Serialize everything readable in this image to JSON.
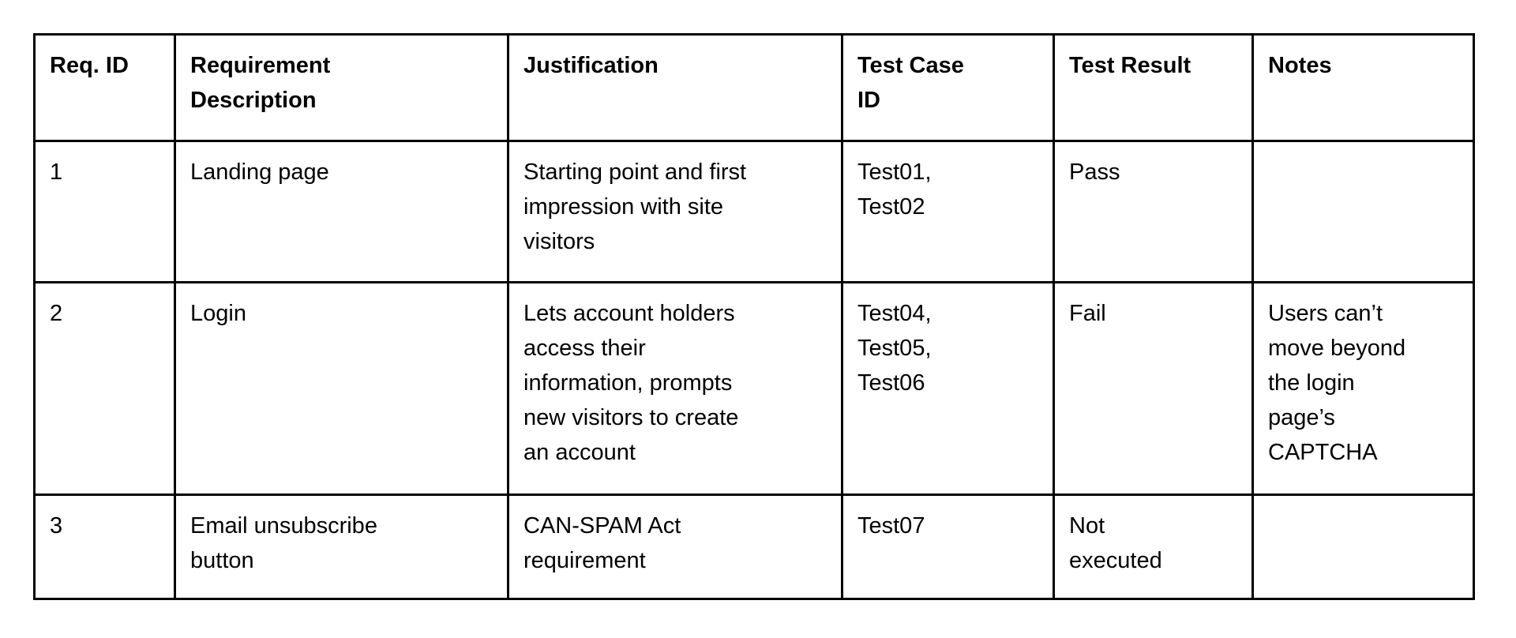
{
  "table": {
    "headers": [
      "Req. ID",
      "Requirement\nDescription",
      "Justification",
      "Test Case\nID",
      "Test Result",
      "Notes"
    ],
    "rows": [
      {
        "req_id": "1",
        "requirement_description": "Landing page",
        "justification": "Starting point and first\nimpression with site\nvisitors",
        "test_case_id": "Test01,\nTest02",
        "test_result": "Pass",
        "notes": ""
      },
      {
        "req_id": "2",
        "requirement_description": "Login",
        "justification": "Lets account holders\naccess their\ninformation, prompts\nnew visitors to create\nan account",
        "test_case_id": "Test04,\nTest05,\nTest06",
        "test_result": "Fail",
        "notes": "Users can’t\nmove beyond\nthe login\npage’s\nCAPTCHA"
      },
      {
        "req_id": "3",
        "requirement_description": "Email unsubscribe\nbutton",
        "justification": "CAN-SPAM Act\nrequirement",
        "test_case_id": "Test07",
        "test_result": "Not\nexecuted",
        "notes": ""
      }
    ]
  },
  "colors": {
    "text": "#000000",
    "border": "#000000",
    "background": "#ffffff"
  }
}
